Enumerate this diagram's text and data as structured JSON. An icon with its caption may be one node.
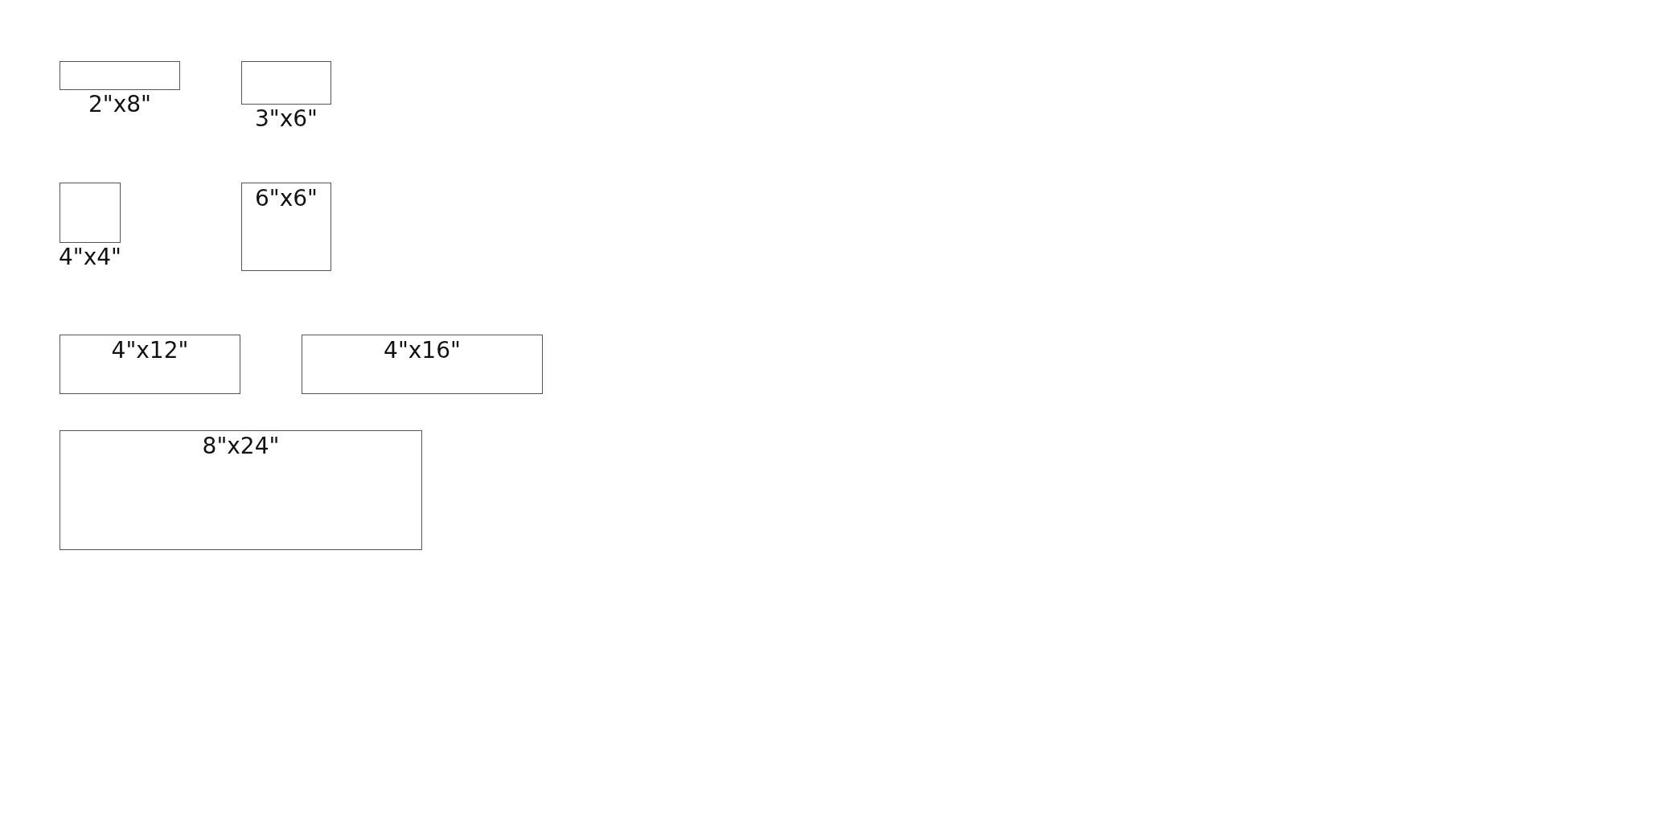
{
  "diagram": {
    "nodes": [
      {
        "text": [
          "2\"x8\""
        ]
      },
      {
        "text": [
          "3\"x6\""
        ]
      },
      {
        "text": [
          "4\"x4\""
        ]
      },
      {
        "text": [
          "6\"x6\""
        ]
      },
      {
        "text": [
          "4\"x12\""
        ]
      },
      {
        "text": [
          "4\"x16\""
        ]
      },
      {
        "text": [
          "8\"x24\""
        ]
      }
    ]
  }
}
